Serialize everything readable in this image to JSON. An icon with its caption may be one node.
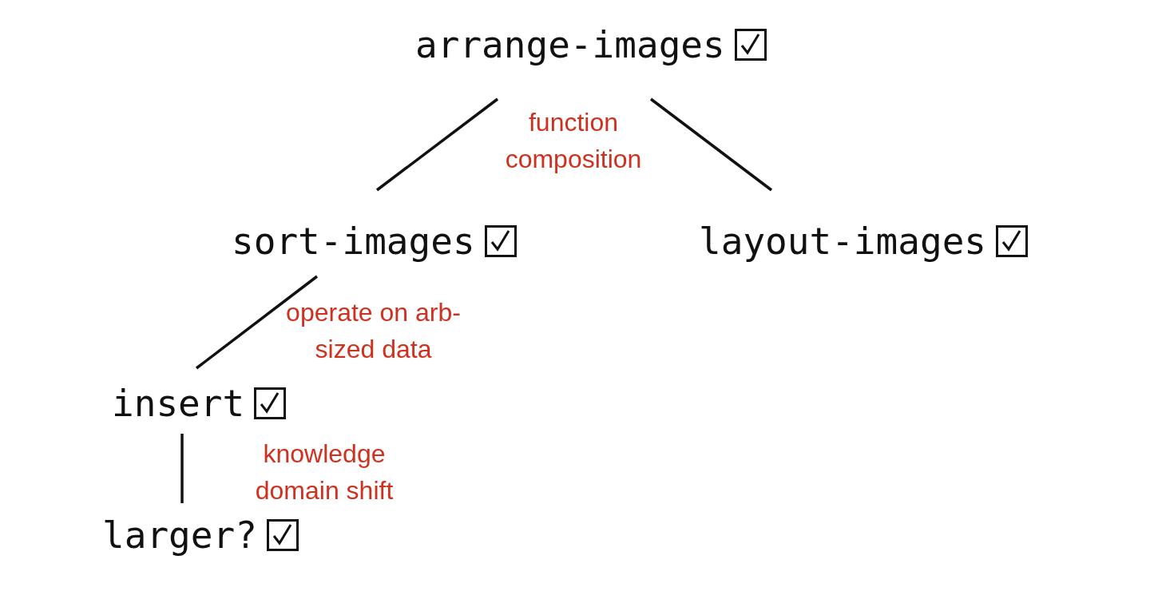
{
  "diagram": {
    "nodes": [
      {
        "text": [
          "arrange-images"
        ]
      },
      {
        "text": [
          "sort-images"
        ]
      },
      {
        "text": [
          "layout-images"
        ]
      },
      {
        "text": [
          "insert"
        ]
      },
      {
        "text": [
          "larger?"
        ]
      }
    ],
    "edges": [
      {
        "from": 0,
        "to": 1,
        "arrow": "none"
      },
      {
        "from": 0,
        "to": 2,
        "arrow": "none"
      },
      {
        "from": 1,
        "to": 3,
        "arrow": "none"
      },
      {
        "from": 3,
        "to": 4,
        "arrow": "none"
      }
    ],
    "labels": [
      "function composition",
      "operate on arb-sized data",
      "knowledge domain shift"
    ]
  }
}
